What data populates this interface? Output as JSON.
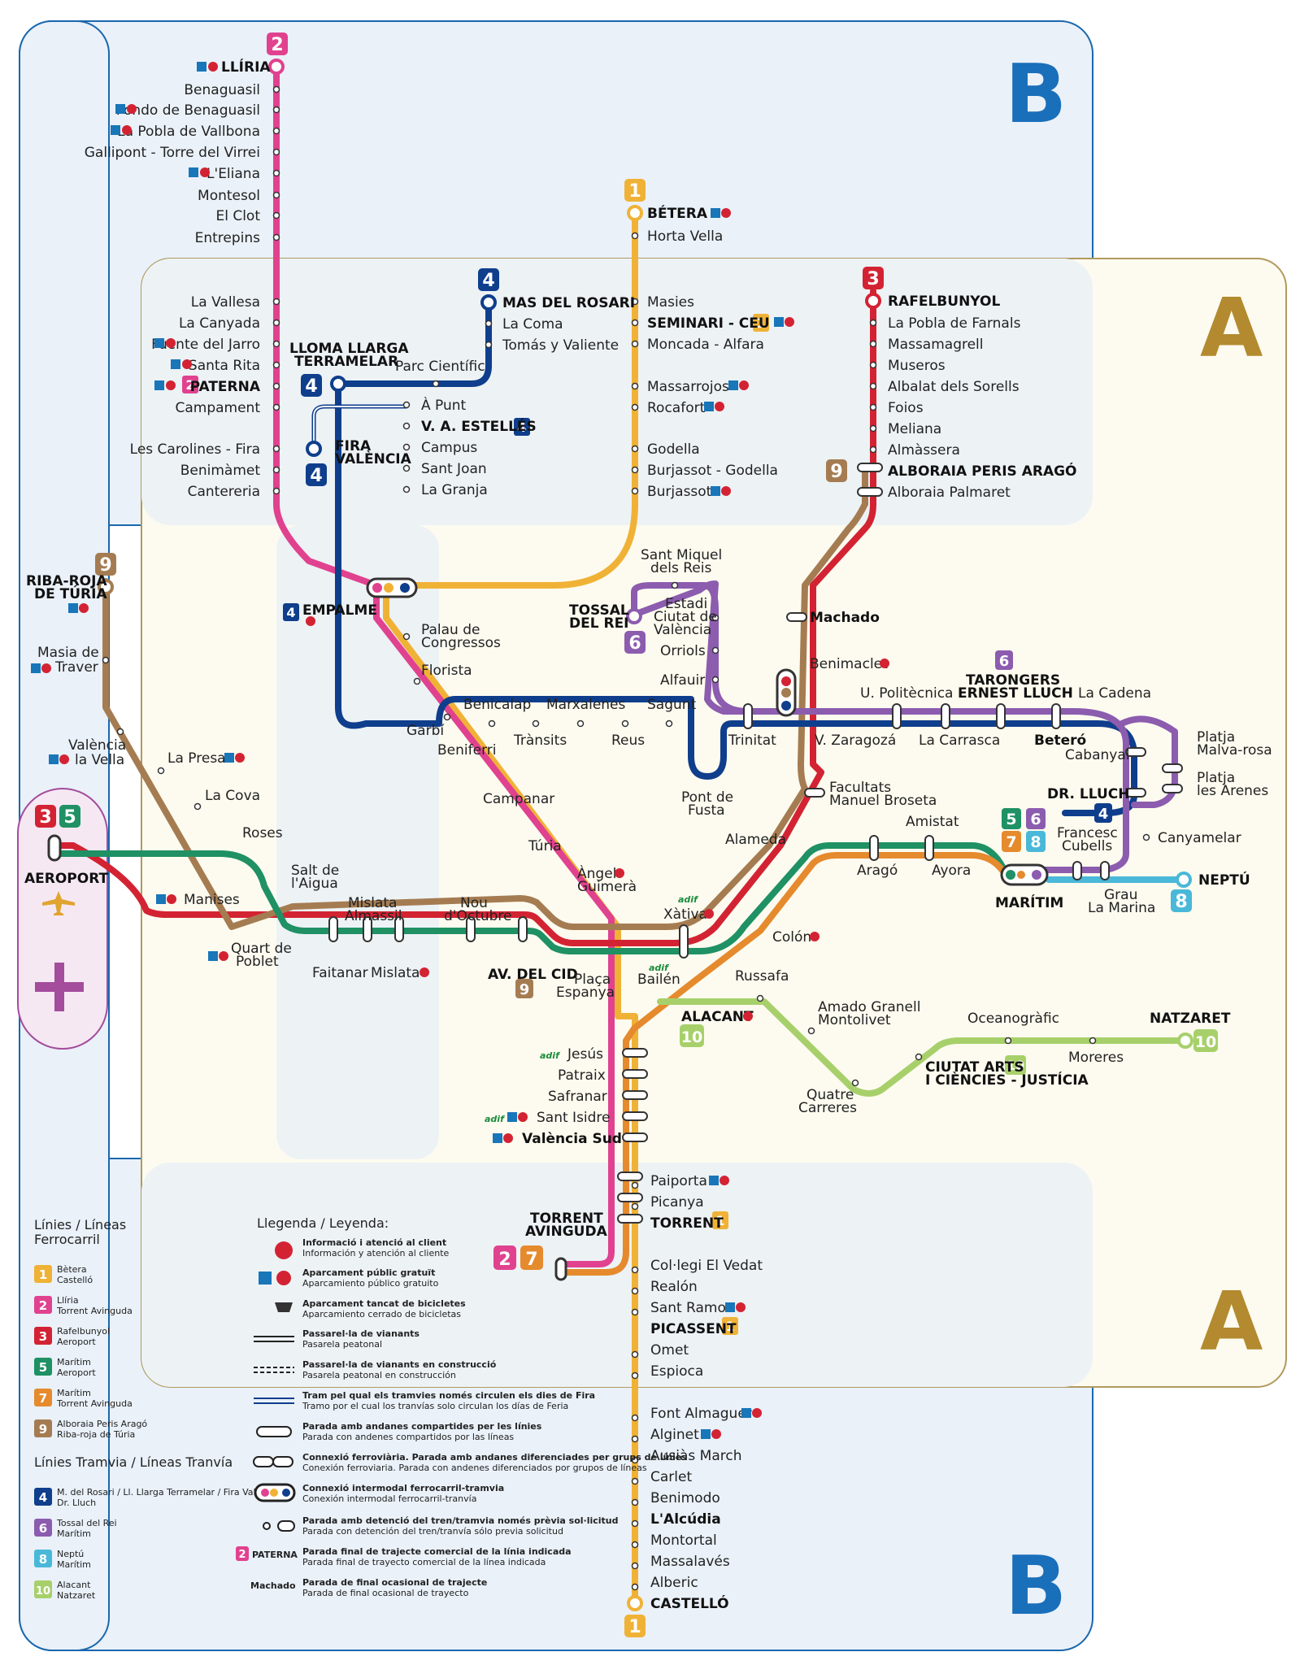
{
  "zones": {
    "a": "A",
    "b": "B"
  },
  "colors": {
    "l1": "#f0b236",
    "l2": "#e0428f",
    "l3": "#d32333",
    "l5": "#1f9164",
    "l7": "#e58a2d",
    "l9": "#a57c52",
    "l4": "#0f3e8c",
    "l6": "#8c5caf",
    "l8": "#4ab8d8",
    "l10": "#a7d06b",
    "zoneA": "#fdfbef",
    "zoneB": "#eaf1f9",
    "frameA": "#b09a5e",
    "frameB": "#1a67ad",
    "zoneBtext": "#1a6fba",
    "zoneAtext": "#b38a2f"
  },
  "lines": {
    "l1": "1",
    "l2": "2",
    "l3": "3",
    "l4": "4",
    "l5": "5",
    "l6": "6",
    "l7": "7",
    "l8": "8",
    "l9": "9",
    "l10": "10"
  },
  "stations": {
    "lliria": "LLÍRIA",
    "benaguasil": "Benaguasil",
    "fondo": "Fondo de Benaguasil",
    "pobla_vallbona": "La Pobla de Vallbona",
    "gallipont": "Gallipont - Torre del Virrei",
    "eliana": "L'Eliana",
    "montesol": "Montesol",
    "elclot": "El Clot",
    "entrepins": "Entrepins",
    "vallesa": "La Vallesa",
    "canyada": "La Canyada",
    "fuente_jarro": "Fuente del Jarro",
    "santa_rita": "Santa Rita",
    "paterna": "PATERNA",
    "campament": "Campament",
    "carolines": "Les Carolines - Fira",
    "benimamet": "Benimàmet",
    "cantereria": "Cantereria",
    "betera": "BÉTERA",
    "horta_vella": "Horta Vella",
    "masies": "Masies",
    "seminari": "SEMINARI - CEU",
    "moncada": "Moncada - Alfara",
    "massarrojos": "Massarrojos",
    "rocafort": "Rocafort",
    "godella": "Godella",
    "burjassot_godella": "Burjassot - Godella",
    "burjassot": "Burjassot",
    "mas_rosari": "MAS DEL ROSARI",
    "lacoma": "La Coma",
    "tomas": "Tomás y Valiente",
    "parc_cientific": "Parc Científic",
    "lloma_1": "LLOMA LLARGA",
    "lloma_2": "TERRAMELAR",
    "apunt": "À Punt",
    "va_estelles": "V. A. ESTELLÉS",
    "fira_1": "FIRA",
    "fira_2": "VALÈNCIA",
    "campus": "Campus",
    "sant_joan": "Sant Joan",
    "lagranja": "La Granja",
    "rafelbunyol": "RAFELBUNYOL",
    "pobla_farnals": "La Pobla de Farnals",
    "massamagrell": "Massamagrell",
    "museros": "Museros",
    "albalat": "Albalat dels Sorells",
    "foios": "Foios",
    "meliana": "Meliana",
    "almassera": "Almàssera",
    "alboraia_peris": "ALBORAIA PERIS ARAGÓ",
    "alboraia_palmaret": "Alboraia Palmaret",
    "machado": "Machado",
    "benimaclet": "Benimaclet",
    "riba_1": "RIBA-ROJA",
    "riba_2": "DE TÚRIA",
    "masia_1": "Masia de",
    "masia_2": "Traver",
    "valencia_vella_1": "València",
    "valencia_vella_2": "la Vella",
    "lapresa": "La Presa",
    "lacova": "La Cova",
    "roses": "Roses",
    "aeroport": "AEROPORT",
    "manises": "Manises",
    "salt_1": "Salt de",
    "salt_2": "l'Aigua",
    "quart_1": "Quart de",
    "quart_2": "Poblet",
    "faitanar": "Faitanar",
    "mislata_alm_1": "Mislata",
    "mislata_alm_2": "Almassil",
    "mislata": "Mislata",
    "nou_1": "Nou",
    "nou_2": "d'Octubre",
    "avcid": "AV. DEL CID",
    "empalme": "EMPALME",
    "palau_1": "Palau de",
    "palau_2": "Congressos",
    "florista": "Florista",
    "garbi": "Garbí",
    "beniferri": "Beniferri",
    "campanar": "Campanar",
    "turia": "Túria",
    "angel_1": "Àngel",
    "angel_2": "Guimerà",
    "placa_1": "Plaça",
    "placa_2": "Espanya",
    "xativa": "Xàtiva",
    "colon": "Colón",
    "alameda": "Alameda",
    "benicalap": "Benicalap",
    "transits": "Trànsits",
    "marxalenes": "Marxalenes",
    "reus": "Reus",
    "sagunt": "Sagunt",
    "pont_1": "Pont de",
    "pont_2": "Fusta",
    "trinitat": "Trinitat",
    "sant_miquel_1": "Sant Miquel",
    "sant_miquel_2": "dels Reis",
    "tossal_1": "TOSSAL",
    "tossal_2": "DEL REI",
    "estadi_1": "Estadi",
    "estadi_2": "Ciutat de",
    "estadi_3": "València",
    "orriols": "Orriols",
    "alfauir": "Alfauir",
    "vzaragoza": "V. Zaragozá",
    "upolitecnica": "U. Politècnica",
    "lacarrasca": "La Carrasca",
    "tarongers_1": "TARONGERS",
    "tarongers_2": "ERNEST LLUCH",
    "betero": "Beteró",
    "lacadena": "La Cadena",
    "cabanyal": "Cabanyal",
    "malvarosa_1": "Platja",
    "malvarosa_2": "Malva-rosa",
    "arenes_1": "Platja",
    "arenes_2": "les Arenes",
    "drlluch": "DR. LLUCH",
    "canyamelar": "Canyamelar",
    "francesc_1": "Francesc",
    "francesc_2": "Cubells",
    "facultats_1": "Facultats",
    "facultats_2": "Manuel Broseta",
    "amistat": "Amistat",
    "arago": "Aragó",
    "ayora": "Ayora",
    "maritim": "MARÍTIM",
    "grau_1": "Grau",
    "grau_2": "La Marina",
    "neptu": "NEPTÚ",
    "bailen": "Bailén",
    "alacant": "ALACANT",
    "russafa": "Russafa",
    "amado_1": "Amado Granell",
    "amado_2": "Montolivet",
    "quatre_1": "Quatre",
    "quatre_2": "Carreres",
    "oceanografic": "Oceanogràfic",
    "ciutat_1": "CIUTAT ARTS",
    "ciutat_2": "I CIÈNCIES - JUSTÍCIA",
    "moreres": "Moreres",
    "natzaret": "NATZARET",
    "jesus": "Jesús",
    "patraix": "Patraix",
    "safranar": "Safranar",
    "sant_isidre": "Sant Isidre",
    "valencia_sud": "València Sud",
    "torrent_av_1": "TORRENT",
    "torrent_av_2": "AVINGUDA",
    "paiporta": "Paiporta",
    "picanya": "Picanya",
    "torrent": "TORRENT",
    "collegi": "Col·legi El Vedat",
    "realon": "Realón",
    "sant_ramon": "Sant Ramon",
    "picassent": "PICASSENT",
    "omet": "Omet",
    "espioca": "Espioca",
    "font_almaguer": "Font Almaguer",
    "alginet": "Alginet",
    "ausias": "Ausiàs March",
    "carlet": "Carlet",
    "benimodo": "Benimodo",
    "alcudia": "L'Alcúdia",
    "montortal": "Montortal",
    "massalaves": "Massalavés",
    "alberic": "Alberic",
    "castello": "CASTELLÓ",
    "adif": "adif"
  },
  "lines_legend": {
    "ferro_1": "Línies / Líneas",
    "ferro_2": "Ferrocarril",
    "tram_title": "Línies Tramvia / Líneas Tranvía",
    "items": [
      {
        "num": "1",
        "a": "Bètera",
        "b": "Castelló"
      },
      {
        "num": "2",
        "a": "Llíria",
        "b": "Torrent Avinguda"
      },
      {
        "num": "3",
        "a": "Rafelbunyol",
        "b": "Aeroport"
      },
      {
        "num": "5",
        "a": "Marítim",
        "b": "Aeroport"
      },
      {
        "num": "7",
        "a": "Marítim",
        "b": "Torrent Avinguda"
      },
      {
        "num": "9",
        "a": "Alboraia Peris Aragó",
        "b": "Riba-roja de Túria"
      },
      {
        "num": "4",
        "a": "M. del Rosari / Ll. Llarga Terramelar / Fira València",
        "b": "Dr. Lluch"
      },
      {
        "num": "6",
        "a": "Tossal del Rei",
        "b": "Marítim"
      },
      {
        "num": "8",
        "a": "Neptú",
        "b": "Marítim"
      },
      {
        "num": "10",
        "a": "Alacant",
        "b": "Natzaret"
      }
    ]
  },
  "legend": {
    "title": "Llegenda / Leyenda:",
    "items": [
      {
        "a": "Informació i atenció al client",
        "b": "Información y atención al cliente"
      },
      {
        "a": "Aparcament públic gratuït",
        "b": "Aparcamiento público gratuito"
      },
      {
        "a": "Aparcament tancat de bicicletes",
        "b": "Aparcamiento cerrado de bicicletas"
      },
      {
        "a": "Passarel·la de vianants",
        "b": "Pasarela peatonal"
      },
      {
        "a": "Passarel·la de vianants en construcció",
        "b": "Pasarela peatonal en construcción"
      },
      {
        "a": "Tram pel qual els tramvies només circulen els dies de Fira",
        "b": "Tramo por el cual los tranvías solo circulan los días de Feria"
      },
      {
        "a": "Parada amb andanes compartides per les línies",
        "b": "Parada con andenes compartidos por las líneas"
      },
      {
        "a": "Connexió ferroviària. Parada amb andanes diferenciades per grups de línies",
        "b": "Conexión ferroviaria. Parada con andenes diferenciados por grupos de líneas"
      },
      {
        "a": "Connexió intermodal ferrocarril-tramvia",
        "b": "Conexión intermodal ferrocarril-tranvía"
      },
      {
        "a": "Parada amb detenció del tren/tramvia només prèvia sol·licitud",
        "b": "Parada con detención del tren/tranvía sólo previa solicitud"
      },
      {
        "a": "Parada final de trajecte comercial de la línia indicada",
        "b": "Parada final de trayecto comercial de la línea indicada"
      },
      {
        "a": "Parada de final ocasional de trajecte",
        "b": "Parada de final ocasional de trayecto"
      }
    ],
    "paterna_sample": "PATERNA",
    "machado_sample": "Machado"
  }
}
